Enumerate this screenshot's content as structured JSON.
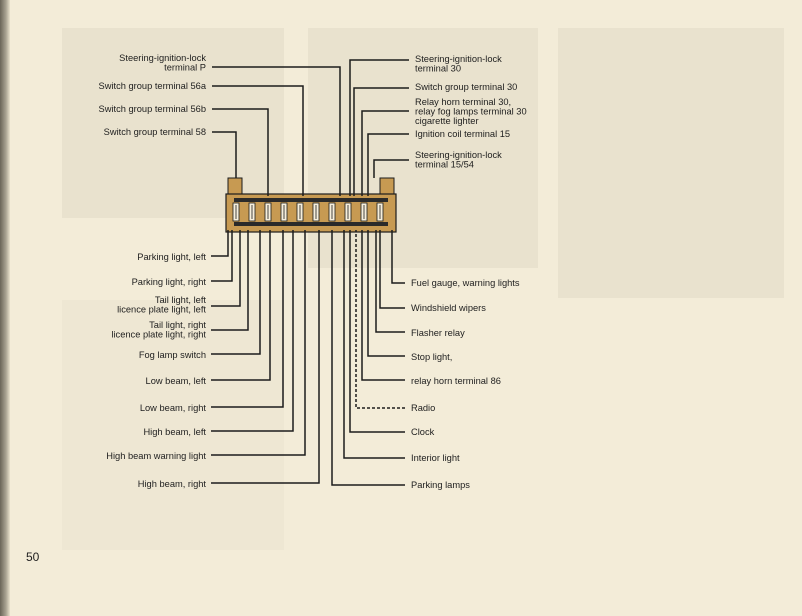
{
  "page_number": "50",
  "top_left": [
    {
      "id": "sil-p",
      "lines": [
        "Steering-ignition-lock",
        "terminal P"
      ]
    },
    {
      "id": "sg-56a",
      "lines": [
        "Switch group    terminal 56a"
      ]
    },
    {
      "id": "sg-56b",
      "lines": [
        "Switch group    terminal 56b"
      ]
    },
    {
      "id": "sg-58",
      "lines": [
        "Switch group    terminal 58"
      ]
    }
  ],
  "top_right": [
    {
      "id": "sil-30",
      "lines": [
        "Steering-ignition-lock",
        "terminal 30"
      ]
    },
    {
      "id": "sg-30",
      "lines": [
        "Switch group    terminal 30"
      ]
    },
    {
      "id": "horn-30",
      "lines": [
        "Relay horn    terminal 30,",
        "relay fog lamps    terminal 30",
        "cigarette lighter"
      ]
    },
    {
      "id": "coil-15",
      "lines": [
        "Ignition coil    terminal 15"
      ]
    },
    {
      "id": "sil-1554",
      "lines": [
        "Steering-ignition-lock",
        "terminal 15/54"
      ]
    }
  ],
  "bottom_left": [
    {
      "id": "park-left",
      "lines": [
        "Parking light, left"
      ]
    },
    {
      "id": "park-right",
      "lines": [
        "Parking light, right"
      ]
    },
    {
      "id": "tail-left",
      "lines": [
        "Tail  light,  left",
        "licence plate light, left"
      ]
    },
    {
      "id": "tail-right",
      "lines": [
        "Tail light, right",
        "licence plate light, right"
      ]
    },
    {
      "id": "fog-switch",
      "lines": [
        "Fog lamp switch"
      ]
    },
    {
      "id": "low-left",
      "lines": [
        "Low beam, left"
      ]
    },
    {
      "id": "low-right",
      "lines": [
        "Low beam, right"
      ]
    },
    {
      "id": "high-left",
      "lines": [
        "High beam, left"
      ]
    },
    {
      "id": "high-warning",
      "lines": [
        "High beam warning light"
      ]
    },
    {
      "id": "high-right",
      "lines": [
        "High beam, right"
      ]
    }
  ],
  "bottom_right": [
    {
      "id": "fuel-gauge",
      "lines": [
        "Fuel gauge, warning lights"
      ]
    },
    {
      "id": "wipers",
      "lines": [
        "Windshield wipers"
      ]
    },
    {
      "id": "flasher",
      "lines": [
        "Flasher relay"
      ]
    },
    {
      "id": "stop",
      "lines": [
        "Stop light,"
      ]
    },
    {
      "id": "horn-86",
      "lines": [
        "relay horn    terminal 86"
      ]
    },
    {
      "id": "radio",
      "lines": [
        "Radio"
      ],
      "dashed": true
    },
    {
      "id": "clock",
      "lines": [
        "Clock"
      ]
    },
    {
      "id": "interior",
      "lines": [
        "Interior light"
      ]
    },
    {
      "id": "parking-lamps",
      "lines": [
        "Parking lamps"
      ]
    }
  ],
  "colors": {
    "fusebox": "#c79a52",
    "wire": "#1c1c1c",
    "page": "#f3ecd8"
  }
}
